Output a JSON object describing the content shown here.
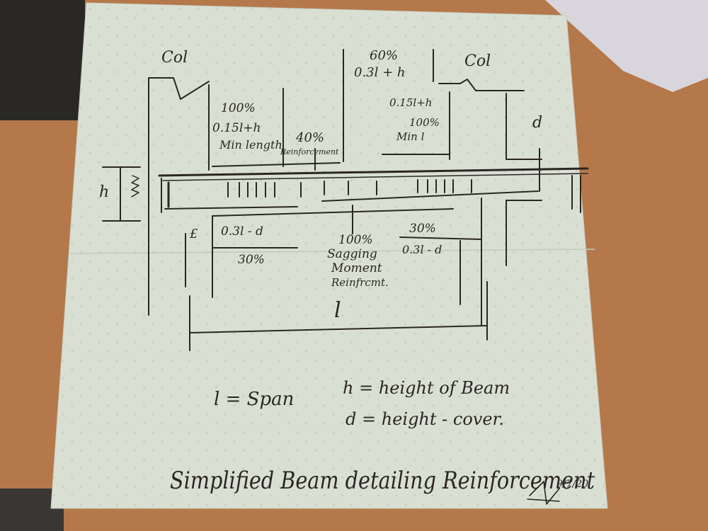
{
  "diagram": {
    "labels": {
      "col_left": "Col",
      "col_right": "Col",
      "top_left_pct": "100%",
      "top_left_len": "0.15l+h",
      "top_left_min": "Min length",
      "top_center_pct": "60%",
      "top_center_len": "0.3l + h",
      "top_inner_len": "0.15l+h",
      "top_inner_pct": "100%",
      "top_inner_min": "Min l",
      "reinf_pct": "40%",
      "reinf_label": "Reinforcement",
      "h_label": "h",
      "d_label": "d",
      "cl_label": "£",
      "bottom_left_len": "0.3l - d",
      "bottom_left_pct": "30%",
      "bottom_center_pct": "100%",
      "bottom_center_l1": "Sagging",
      "bottom_center_l2": "Moment",
      "bottom_center_l3": "Reinfrcmt.",
      "bottom_right_pct": "30%",
      "bottom_right_len": "0.3l - d",
      "span_symbol": "l"
    },
    "legend": {
      "span": "l = Span",
      "height": "h = height of Beam",
      "depth": "d = height - cover."
    },
    "title": "Simplified  Beam  detailing  Reinforcement",
    "signature_date": "9/7/20"
  },
  "colors": {
    "desk": "#b5784a",
    "napkin": "#d9e0d3",
    "ink": "#2b2622",
    "laptop": "#d8d6dc",
    "keyboard": "#2a2826"
  }
}
